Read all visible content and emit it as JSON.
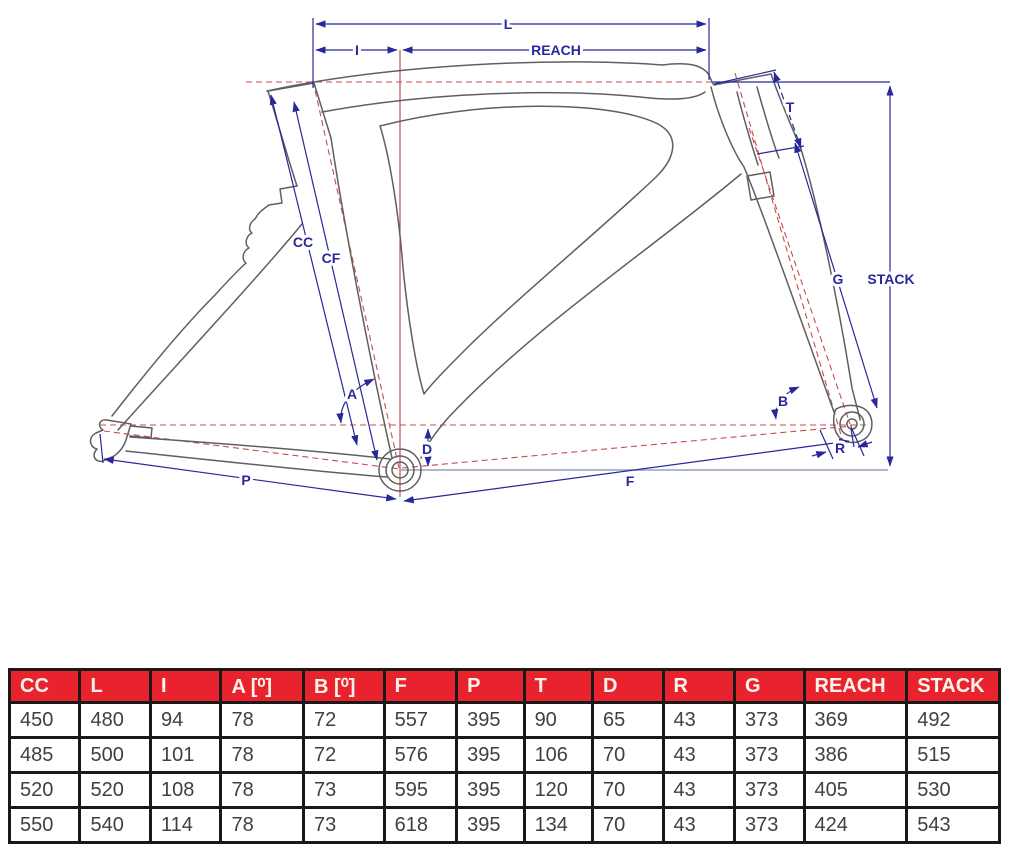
{
  "diagram": {
    "description": "bicycle-frame-geometry-drawing",
    "labels": {
      "L": "L",
      "I": "I",
      "REACH": "REACH",
      "T": "T",
      "CC": "CC",
      "CF": "CF",
      "G": "G",
      "STACK": "STACK",
      "A": "A",
      "B": "B",
      "D": "D",
      "R": "R",
      "P": "P",
      "F": "F"
    },
    "colors": {
      "dimension": "#28289a",
      "construction": "#cc4a4a",
      "frame": "#5f5f5f",
      "baseline": "#93a0bd"
    }
  },
  "table": {
    "header_bg": "#e8232d",
    "headers": [
      "CC",
      "L",
      "I",
      "A [⁰]",
      "B [⁰]",
      "F",
      "P",
      "T",
      "D",
      "R",
      "G",
      "REACH",
      "STACK"
    ],
    "rows": [
      [
        "450",
        "480",
        "94",
        "78",
        "72",
        "557",
        "395",
        "90",
        "65",
        "43",
        "373",
        "369",
        "492"
      ],
      [
        "485",
        "500",
        "101",
        "78",
        "72",
        "576",
        "395",
        "106",
        "70",
        "43",
        "373",
        "386",
        "515"
      ],
      [
        "520",
        "520",
        "108",
        "78",
        "73",
        "595",
        "395",
        "120",
        "70",
        "43",
        "373",
        "405",
        "530"
      ],
      [
        "550",
        "540",
        "114",
        "78",
        "73",
        "618",
        "395",
        "134",
        "70",
        "43",
        "373",
        "424",
        "543"
      ]
    ]
  }
}
